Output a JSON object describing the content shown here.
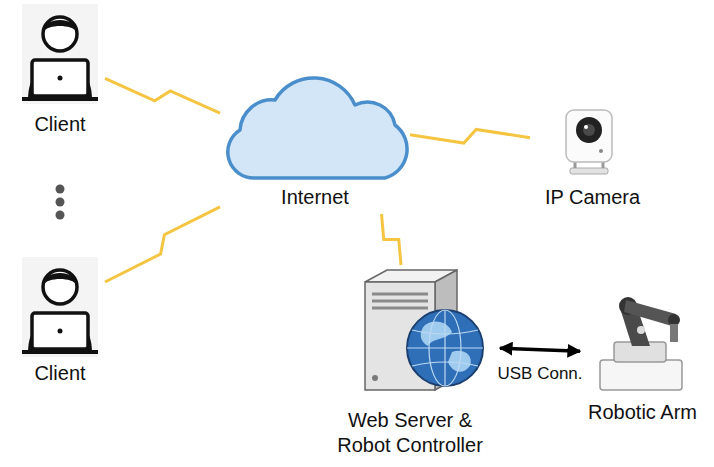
{
  "diagram": {
    "nodes": [
      {
        "text": [
          "Client"
        ]
      },
      {
        "text": [
          "Internet"
        ]
      },
      {
        "text": [
          "IP Camera"
        ]
      },
      {
        "text": [
          "Client"
        ]
      },
      {
        "text": [
          "Web Server & Robot Controller"
        ]
      },
      {
        "text": [
          "Robotic Arm"
        ]
      }
    ],
    "edges": [
      {
        "from": 0,
        "to": 1,
        "arrow": "none"
      },
      {
        "from": 1,
        "to": 2,
        "arrow": "none"
      },
      {
        "from": 3,
        "to": 1,
        "arrow": "none"
      },
      {
        "from": 1,
        "to": 4,
        "arrow": "none"
      },
      {
        "from": 4,
        "to": 5,
        "label": "USB Conn.",
        "arrow": "both"
      }
    ]
  }
}
